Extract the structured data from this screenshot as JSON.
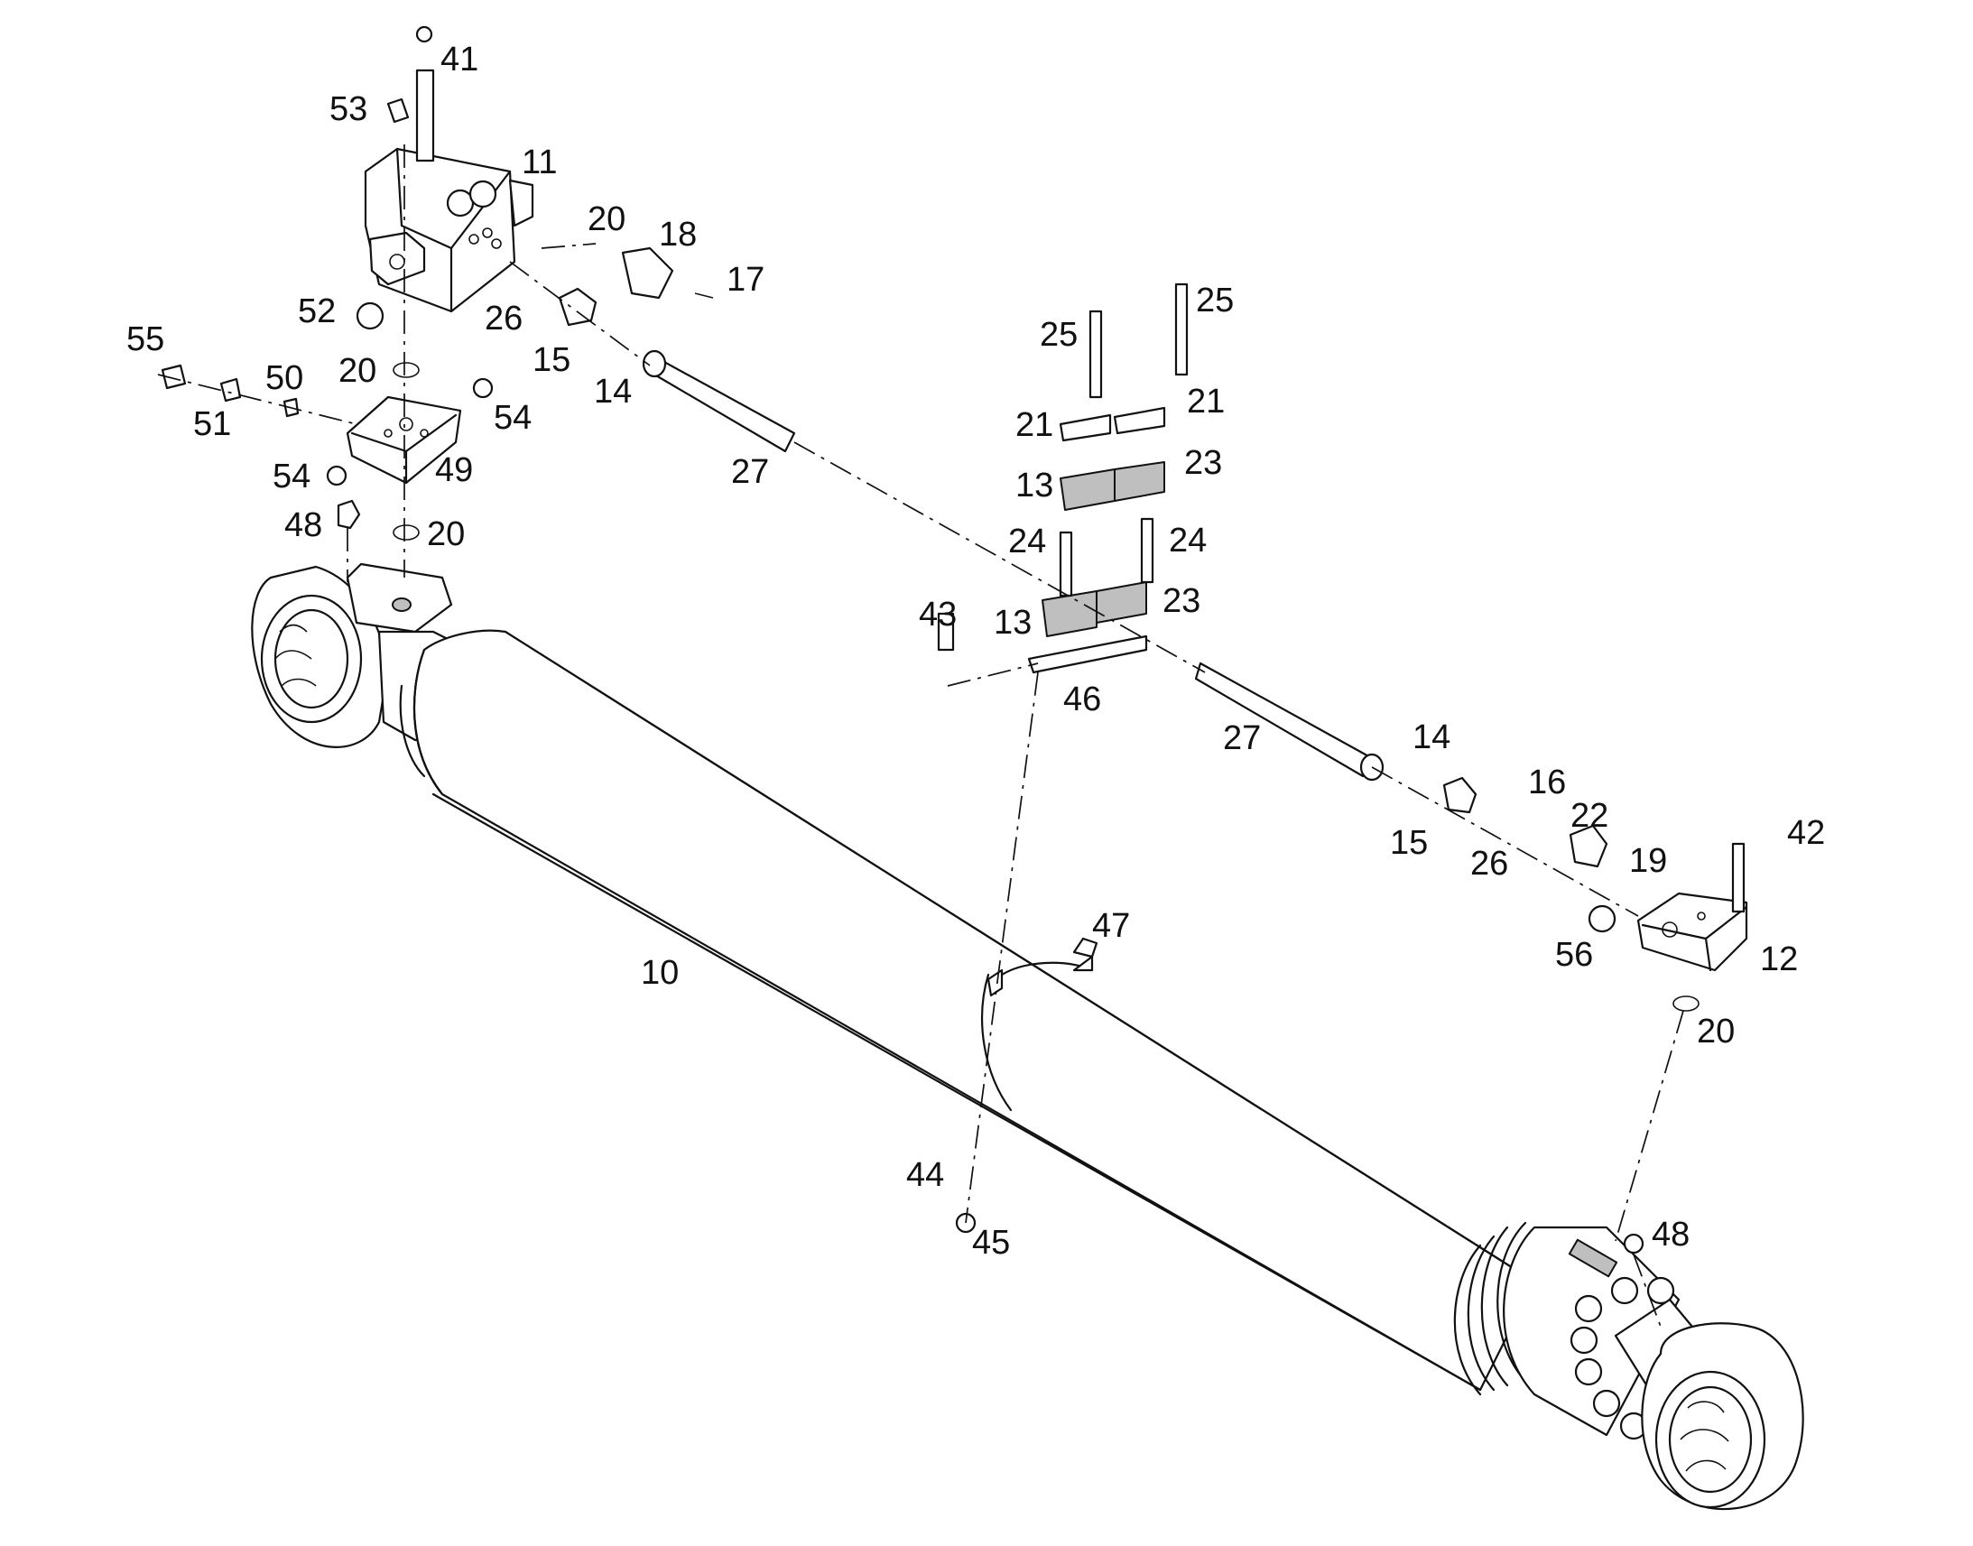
{
  "colors": {
    "line": "#111111",
    "background": "#ffffff",
    "shade": "#bfbfbf"
  },
  "callouts": {
    "c41": "41",
    "c53": "53",
    "c11": "11",
    "c20a": "20",
    "c18": "18",
    "c17": "17",
    "c52": "52",
    "c26a": "26",
    "c15a": "15",
    "c14a": "14",
    "c55": "55",
    "c50": "50",
    "c51": "51",
    "c20b": "20",
    "c54a": "54",
    "c49": "49",
    "c54b": "54",
    "c48a": "48",
    "c20c": "20",
    "c27a": "27",
    "c25a": "25",
    "c25b": "25",
    "c21a": "21",
    "c21b": "21",
    "c13a": "13",
    "c23a": "23",
    "c24a": "24",
    "c24b": "24",
    "c13b": "13",
    "c23b": "23",
    "c43": "43",
    "c46": "46",
    "c27b": "27",
    "c14b": "14",
    "c16": "16",
    "c22": "22",
    "c15b": "15",
    "c26b": "26",
    "c19": "19",
    "c42": "42",
    "c56": "56",
    "c12": "12",
    "c20d": "20",
    "c47": "47",
    "c10": "10",
    "c44": "44",
    "c45": "45",
    "c48b": "48"
  }
}
